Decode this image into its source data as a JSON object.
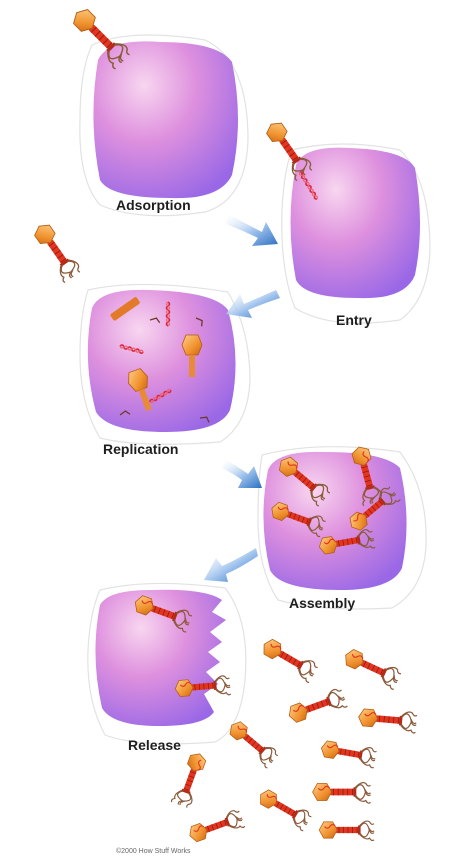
{
  "stages": [
    {
      "id": "adsorption",
      "label": "Adsorption"
    },
    {
      "id": "entry",
      "label": "Entry"
    },
    {
      "id": "replication",
      "label": "Replication"
    },
    {
      "id": "assembly",
      "label": "Assembly"
    },
    {
      "id": "release",
      "label": "Release"
    }
  ],
  "credit": "©2000 How Stuff Works",
  "colors": {
    "cell_light": "#f6c8ec",
    "cell_mid": "#d98ae3",
    "cell_dark": "#9d6be6",
    "phage_head": "#f29a3a",
    "phage_tail": "#e2341f",
    "arrow": "#2b6fc0",
    "halo": "#e4e4e4"
  },
  "icons": [
    "bacteriophage-icon",
    "dna-strand-icon",
    "process-arrow-icon"
  ]
}
